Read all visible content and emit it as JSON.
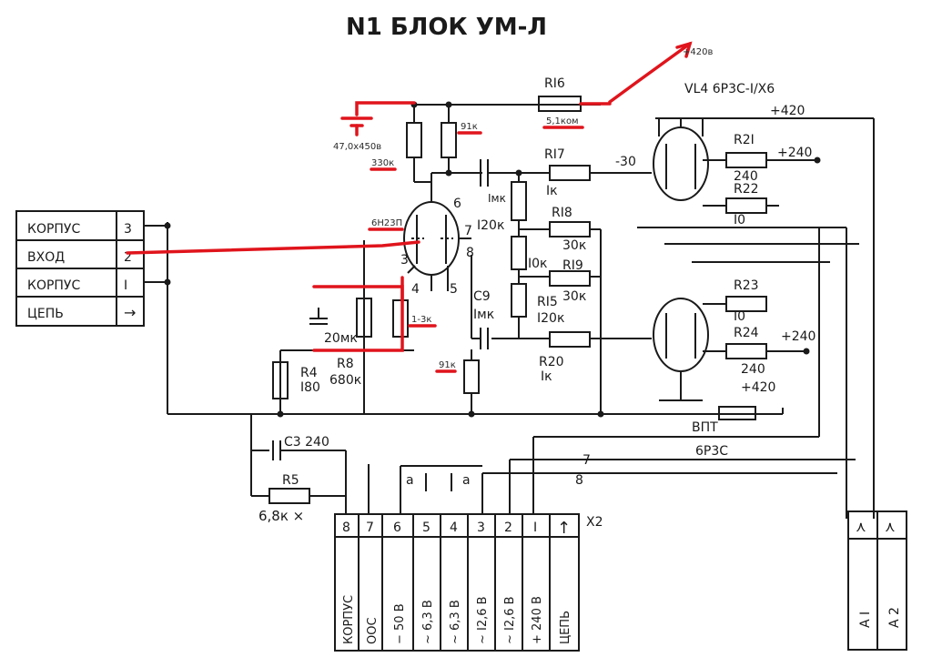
{
  "title": "N1   БЛОК УМ-Л",
  "input_connector": {
    "rows": [
      {
        "label": "КОРПУС",
        "pin": "3"
      },
      {
        "label": "ВХОД",
        "pin": "2"
      },
      {
        "label": "КОРПУС",
        "pin": "I"
      },
      {
        "label": "ЦЕПЬ",
        "pin": "→"
      }
    ]
  },
  "components": {
    "r16": "RI6",
    "r17": "RI7",
    "r17_val": "Iк",
    "r18": "RI8",
    "r18_val": "30к",
    "r19": "RI9",
    "r19_val": "30к",
    "r15": "RI5",
    "r15_val": "I20к",
    "r20": "R20",
    "r20_val": "Iк",
    "r21": "R2I",
    "r21_val": "240",
    "r22": "R22",
    "r22_val": "I0",
    "r23": "R23",
    "r23_val": "I0",
    "r24": "R24",
    "r24_val": "240",
    "r4": "R4",
    "r4_val": "I80",
    "r8": "R8",
    "r8_val": "680к",
    "r5": "R5",
    "r5_val": "6,8к ×",
    "c3": "C3 240",
    "c9": "C9",
    "c9_val": "Iмк",
    "cap_top": "Iмк",
    "r_i20k": "I20к",
    "r_10k": "I0к",
    "c_20mk": "20мк",
    "tube_label": "VL4  6P3C-I/X6",
    "pin6": "6",
    "pin7": "7",
    "pin8": "8",
    "pin3": "3",
    "pin4": "4",
    "pin5": "5",
    "minus30": "-30",
    "plus420_top": "+420",
    "plus240_a": "+240",
    "plus240_b": "+240",
    "plus420_b": "+420",
    "vpt": "ВПТ",
    "tube2": "6P3C",
    "lead7": "7",
    "lead8": "8",
    "a1": "а",
    "a2": "а"
  },
  "annotations": {
    "v420": "+420в",
    "r16_new": "5,1ком",
    "cap_new": "47,0х450в",
    "r330": "330к",
    "r91_top": "91к",
    "tube_new": "6Н23П",
    "r_1_3k": "1-3к",
    "r91_bot": "91к"
  },
  "x2_connector": {
    "name": "X2",
    "pins": [
      "8",
      "7",
      "6",
      "5",
      "4",
      "3",
      "2",
      "I",
      "↑"
    ],
    "labels": [
      "КОРПУС",
      "ООС",
      "− 50 В",
      "~ 6,3 В",
      "~ 6,3 В",
      "~ I2,6 В",
      "~ I2,6 В",
      "+ 240 В",
      "ЦЕПЬ"
    ]
  },
  "output_connector": {
    "pins": [
      "⋏",
      "⋏"
    ],
    "labels": [
      "А I",
      "А 2"
    ]
  }
}
